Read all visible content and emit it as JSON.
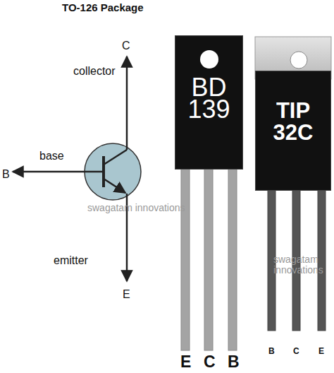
{
  "diagram": {
    "title": "TO-126 Package",
    "nodes": [
      {
        "text": [
          "BD 139"
        ]
      },
      {
        "text": [
          "TIP 32C"
        ]
      }
    ],
    "labels": [
      "C",
      "collector",
      "base",
      "B",
      "emitter",
      "E",
      "swagatam innovations",
      "E",
      "C",
      "B",
      "B",
      "C",
      "E",
      "swagatam innovations"
    ]
  }
}
